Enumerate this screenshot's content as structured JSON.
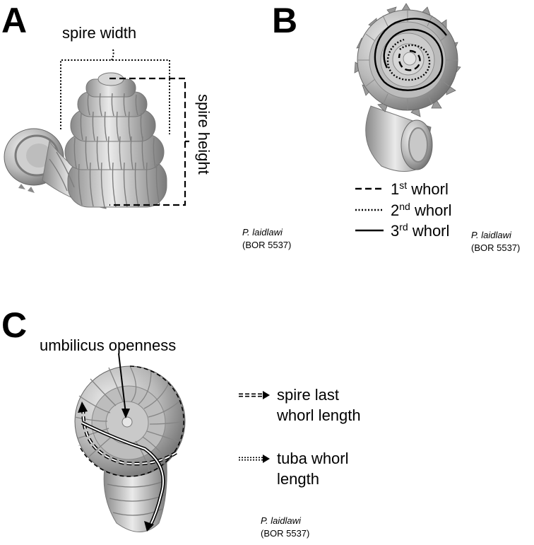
{
  "panels": {
    "A": {
      "letter": "A",
      "spire_width_label": "spire width",
      "spire_height_label": "spire height",
      "species": "P. laidlawi",
      "specimen": "(BOR 5537)"
    },
    "B": {
      "letter": "B",
      "legend": [
        {
          "num": "1",
          "sup": "st",
          "text": " whorl",
          "style": "dashed"
        },
        {
          "num": "2",
          "sup": "nd",
          "text": " whorl",
          "style": "dotted"
        },
        {
          "num": "3",
          "sup": "rd",
          "text": " whorl",
          "style": "solid"
        }
      ],
      "species": "P. laidlawi",
      "specimen": "(BOR 5537)"
    },
    "C": {
      "letter": "C",
      "umbilicus_label": "umbilicus openness",
      "legend": [
        {
          "line1": "spire last",
          "line2": "whorl length",
          "style": "double-dashed"
        },
        {
          "line1": "tuba whorl",
          "line2": "length",
          "style": "double-dotted"
        }
      ],
      "species": "P. laidlawi",
      "specimen": "(BOR 5537)"
    }
  },
  "colors": {
    "shell_light": "#d9d9d9",
    "shell_mid": "#a8a8a8",
    "shell_dark": "#6e6e6e",
    "ink": "#000000"
  }
}
